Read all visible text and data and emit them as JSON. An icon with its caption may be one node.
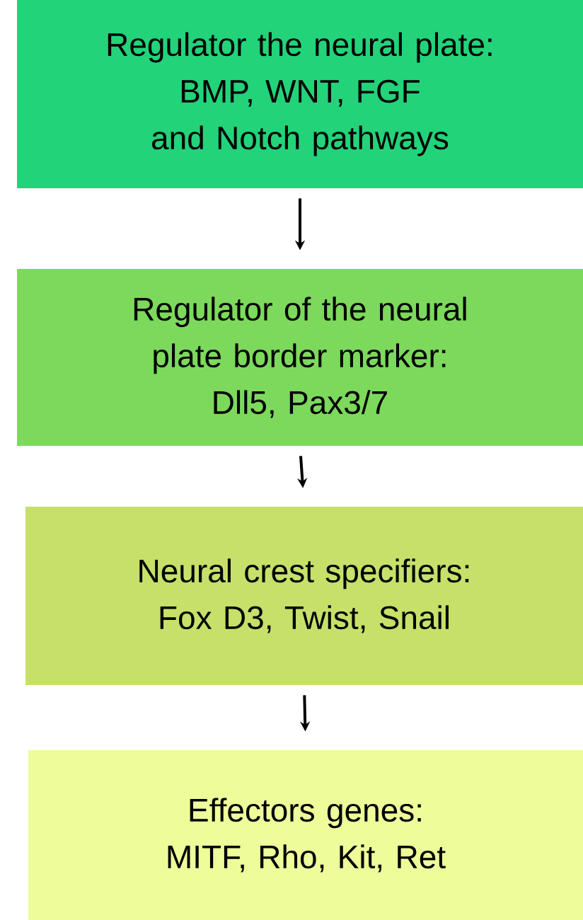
{
  "diagram": {
    "nodes": [
      {
        "text": [
          "Regulator the neural plate:",
          "BMP, WNT, FGF and Notch pathways"
        ]
      },
      {
        "text": [
          "Regulator of the neural plate border marker:",
          "Dll5, Pax3/7"
        ]
      },
      {
        "text": [
          "Neural crest specifiers:",
          "Fox D3, Twist, Snail"
        ]
      },
      {
        "text": [
          "Effectors genes:",
          "MITF, Rho, Kit, Ret"
        ]
      }
    ],
    "edges": [
      {
        "from": 0,
        "to": 1,
        "arrow": "to"
      },
      {
        "from": 1,
        "to": 2,
        "arrow": "to"
      },
      {
        "from": 2,
        "to": 3,
        "arrow": "to"
      }
    ]
  }
}
